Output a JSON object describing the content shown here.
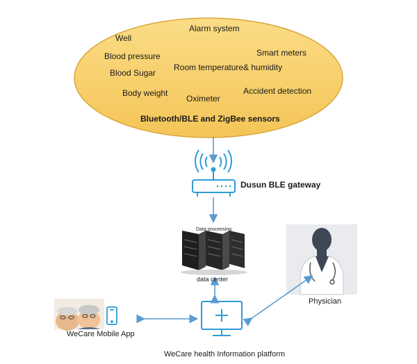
{
  "sensors": {
    "items": [
      "Well",
      "Alarm system",
      "Blood pressure",
      "Smart meters",
      "Blood Sugar",
      "Room temperature& humidity",
      "Body weight",
      "Oximeter",
      "Accident detection"
    ],
    "caption": "Bluetooth/BLE and ZigBee sensors"
  },
  "gateway": {
    "label": "Dusun BLE gateway"
  },
  "data_center": {
    "top_label": "Data proceesing",
    "label": "data center"
  },
  "physician": {
    "label": "Physician"
  },
  "mobile_app": {
    "label": "WeCare Mobile App"
  },
  "platform": {
    "label": "WeCare health Information platform"
  },
  "colors": {
    "cloud_fill": "#f8cf6a",
    "cloud_stroke": "#d9a63a",
    "accent_blue": "#2f9bd6",
    "arrow": "#5a9bd0",
    "rack": "#2b2b2b",
    "silhouette": "#3d4756"
  }
}
